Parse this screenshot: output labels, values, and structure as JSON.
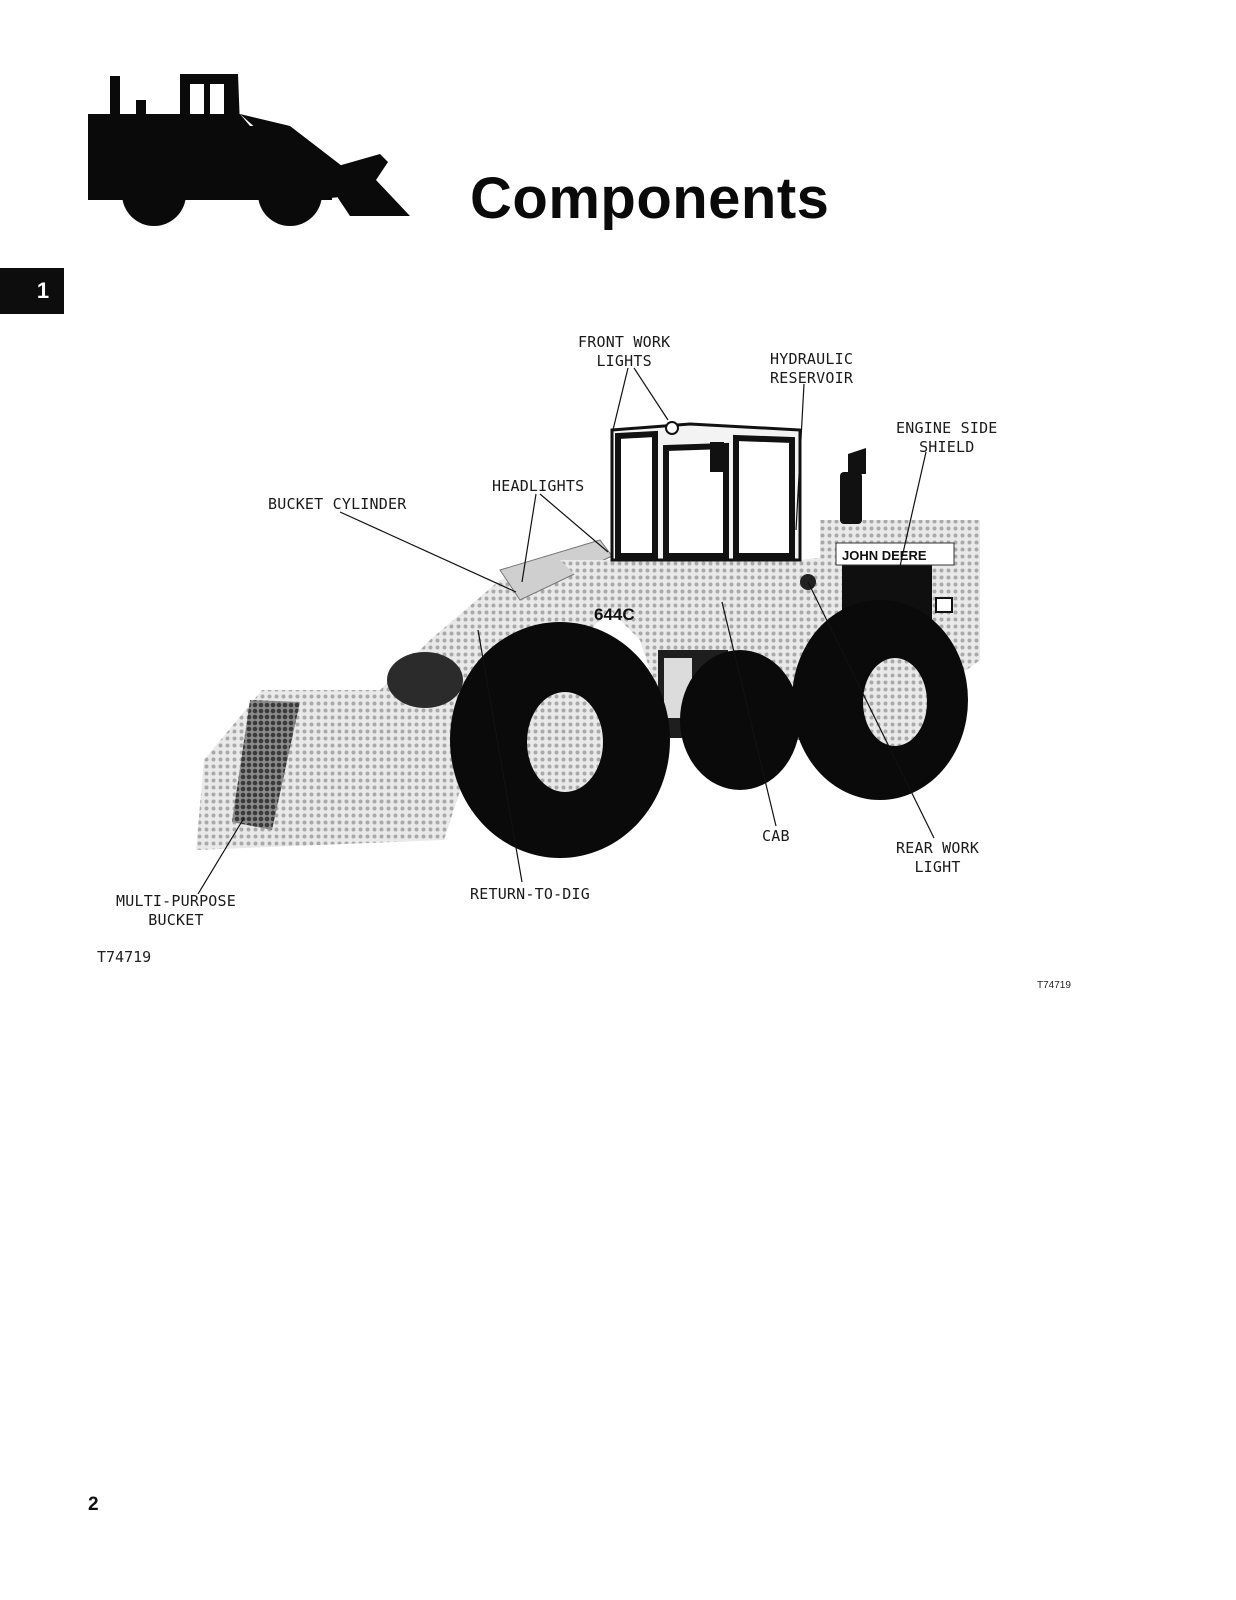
{
  "page": {
    "title": "Components",
    "section_tab": "1",
    "page_number": "2"
  },
  "figure": {
    "model_badge": "644C",
    "brand_decal": "JOHN DEERE",
    "figure_id_left": "T74719",
    "figure_id_right": "T74719",
    "callouts": {
      "front_work_lights": "FRONT WORK\nLIGHTS",
      "hydraulic_reservoir": "HYDRAULIC\nRESERVOIR",
      "engine_side_shield": "ENGINE SIDE\nSHIELD",
      "bucket_cylinder": "BUCKET CYLINDER",
      "headlights": "HEADLIGHTS",
      "cab": "CAB",
      "rear_work_light": "REAR WORK\nLIGHT",
      "multi_purpose_bucket": "MULTI-PURPOSE\nBUCKET",
      "return_to_dig": "RETURN-TO-DIG"
    }
  }
}
